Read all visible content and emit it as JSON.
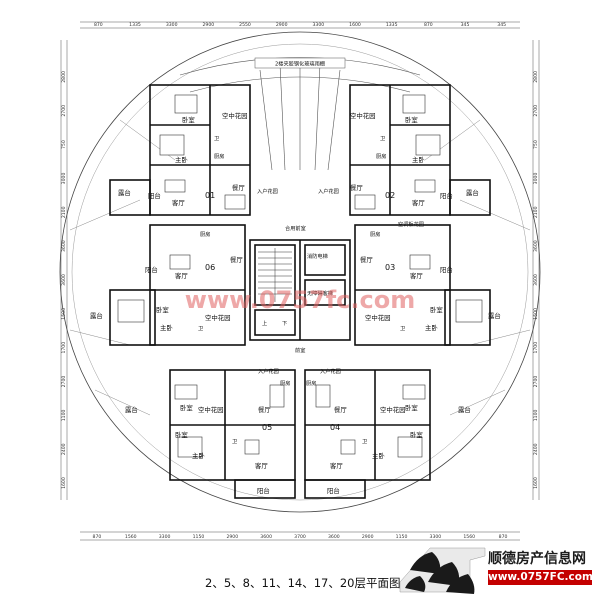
{
  "canopy_label": "2楼夹胶钢化玻璃雨棚",
  "top_dims": [
    "870",
    "1335",
    "3300",
    "2900",
    "2550",
    "2900",
    "3300",
    "1600",
    "1335",
    "870",
    "345",
    "345"
  ],
  "bottom_dims": [
    "870",
    "1560",
    "3300",
    "1150",
    "2900",
    "3600",
    "3700",
    "3600",
    "2900",
    "1150",
    "3300",
    "1560",
    "870"
  ],
  "left_dims": [
    "2800",
    "2700",
    "750",
    "3000",
    "2100",
    "3600",
    "3600",
    "1500",
    "1700",
    "2700",
    "1100",
    "2400",
    "1600"
  ],
  "right_dims": [
    "2800",
    "2700",
    "750",
    "3000",
    "2100",
    "3600",
    "3600",
    "1500",
    "1700",
    "2700",
    "1100",
    "2400",
    "1600"
  ],
  "units": [
    "01",
    "02",
    "03",
    "04",
    "05",
    "06"
  ],
  "rooms": {
    "bedroom": "卧室",
    "master_bedroom": "主卧",
    "sky_garden": "空中花园",
    "bath": "卫",
    "kitchen": "厨房",
    "dining": "餐厅",
    "living": "客厅",
    "entry_garden": "入户花园",
    "balcony": "阳台",
    "terrace": "露台",
    "shared_hall": "合用前室",
    "fire_elevator": "消防电梯",
    "elevator": "无障碍客梯",
    "front_room": "前室",
    "storage": "空调板花园",
    "up": "上",
    "down": "下"
  },
  "watermark": "www.0757fc.com",
  "title": "2、5、8、11、14、17、20层平面图",
  "logo": {
    "name": "顺德房产信息网",
    "url": "www.0757FC.com"
  }
}
